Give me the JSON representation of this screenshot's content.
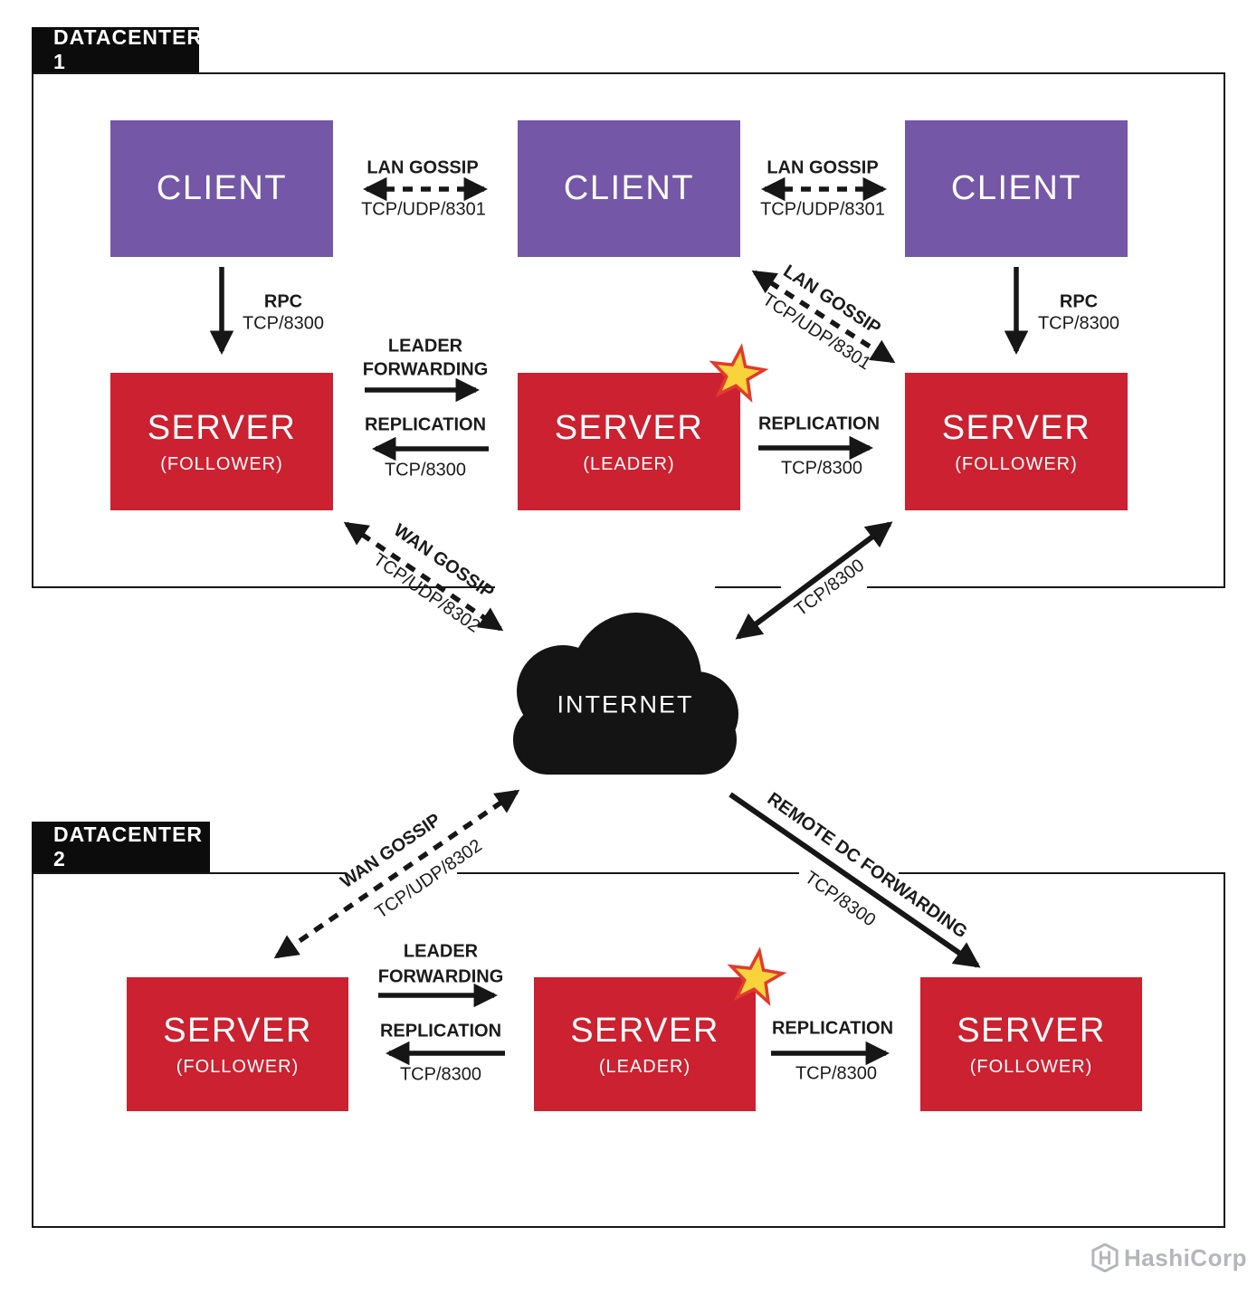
{
  "colors": {
    "client_purple": "#7457a6",
    "server_red": "#cb2130",
    "diagram_black": "#161616",
    "star_yellow": "#f8d33c",
    "star_outline_red": "#e23a2d",
    "logo_gray": "#b4b6bb"
  },
  "datacenter1": {
    "label": "DATACENTER 1",
    "clients": [
      "CLIENT",
      "CLIENT",
      "CLIENT"
    ],
    "servers": [
      {
        "name": "SERVER",
        "role": "(FOLLOWER)"
      },
      {
        "name": "SERVER",
        "role": "(LEADER)"
      },
      {
        "name": "SERVER",
        "role": "(FOLLOWER)"
      }
    ]
  },
  "datacenter2": {
    "label": "DATACENTER 2",
    "servers": [
      {
        "name": "SERVER",
        "role": "(FOLLOWER)"
      },
      {
        "name": "SERVER",
        "role": "(LEADER)"
      },
      {
        "name": "SERVER",
        "role": "(FOLLOWER)"
      }
    ]
  },
  "connections": {
    "lan_gossip": {
      "label": "LAN GOSSIP",
      "port": "TCP/UDP/8301"
    },
    "wan_gossip": {
      "label": "WAN GOSSIP",
      "port": "TCP/UDP/8302"
    },
    "rpc": {
      "label": "RPC",
      "port": "TCP/8300"
    },
    "leader_forwarding": {
      "line1": "LEADER",
      "line2": "FORWARDING"
    },
    "replication": {
      "label": "REPLICATION",
      "port": "TCP/8300"
    },
    "remote_dc_forwarding": {
      "label": "REMOTE DC FORWARDING",
      "port": "TCP/8300"
    },
    "internet_link": {
      "port": "TCP/8300"
    }
  },
  "internet": {
    "label": "INTERNET"
  },
  "footer": {
    "brand": "HashiCorp"
  }
}
